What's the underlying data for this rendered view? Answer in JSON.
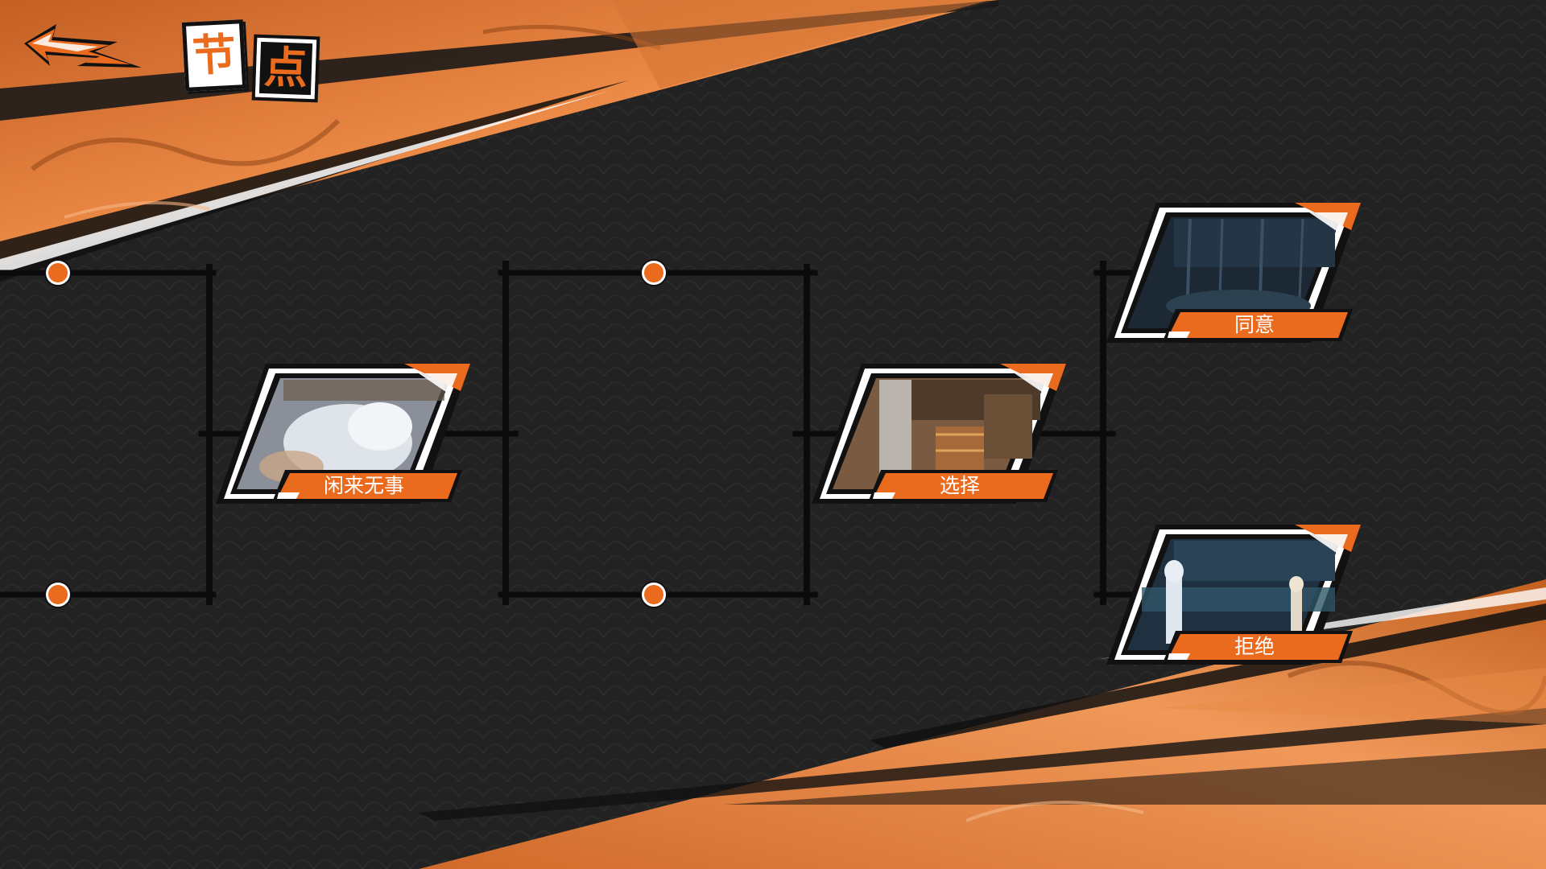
{
  "header": {
    "title_chars": [
      "节",
      "点"
    ],
    "back_icon": "back-arrow-icon"
  },
  "colors": {
    "accent": "#ea6a1e",
    "background": "#232222",
    "line": "#0b0b0b",
    "label_text": "#ffffff"
  },
  "nodes": [
    {
      "id": "node-1",
      "label": "闲来无事",
      "scene": "bedroom-scene-thumbnail"
    },
    {
      "id": "node-2",
      "label": "选择",
      "scene": "palace-corridor-thumbnail"
    },
    {
      "id": "node-3",
      "label": "同意",
      "scene": "night-forest-thumbnail"
    },
    {
      "id": "node-4",
      "label": "拒绝",
      "scene": "night-lake-thumbnail"
    }
  ],
  "locked_points_count": 4
}
